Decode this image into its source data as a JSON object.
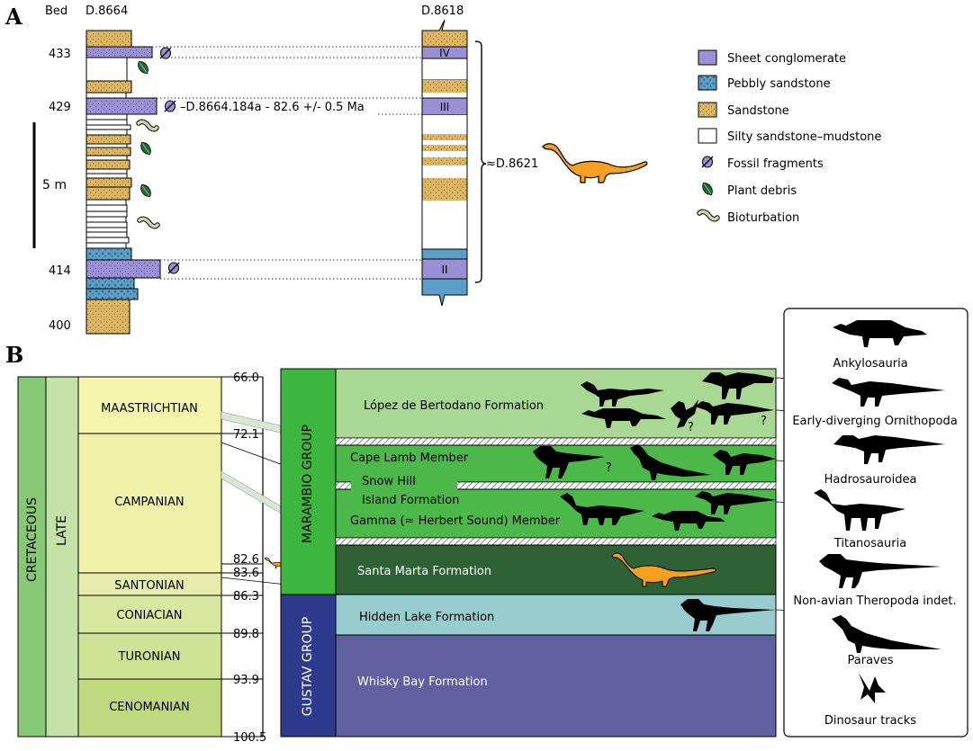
{
  "panel_a": {
    "label": "A",
    "bed_header": "Bed",
    "col1_title": "D.8664",
    "col2_title": "D.8618",
    "bed_numbers": [
      "433",
      "429",
      "414",
      "400"
    ],
    "scale_label": "5 m",
    "age_annotation": "–D.8664.184a - 82.6 +/- 0.5 Ma",
    "units": [
      "IV",
      "III",
      "II"
    ],
    "bracket_label": "≈D.8621"
  },
  "legend": [
    {
      "label": "Sheet conglomerate",
      "color": "#9b8fd6"
    },
    {
      "label": "Pebbly sandstone",
      "color": "#5b9fc9"
    },
    {
      "label": "Sandstone",
      "color": "#dcb462"
    },
    {
      "label": "Silty sandstone–mudstone",
      "color": "#ffffff"
    },
    {
      "label": "Fossil fragments",
      "icon": "fossil-fragment-icon"
    },
    {
      "label": "Plant debris",
      "icon": "leaf-icon"
    },
    {
      "label": "Bioturbation",
      "icon": "burrow-icon"
    }
  ],
  "panel_b": {
    "label": "B",
    "system": "CRETACEOUS",
    "series": "LATE",
    "stages": [
      "MAASTRICHTIAN",
      "CAMPANIAN",
      "SANTONIAN",
      "CONIACIAN",
      "TURONIAN",
      "CENOMANIAN"
    ],
    "ages": [
      "66.0",
      "72.1",
      "82.6",
      "83.6",
      "86.3",
      "89.8",
      "93.9",
      "100.5"
    ],
    "groups": [
      "MARAMBIO GROUP",
      "GUSTAV GROUP"
    ],
    "formations": [
      "López de Bertodano Formation",
      "Cape Lamb Member",
      "Snow Hill",
      "Island Formation",
      "Gamma (≈ Herbert Sound) Member",
      "Santa Marta Formation",
      "Hidden Lake Formation",
      "Whisky Bay Formation"
    ],
    "question_mark": "?",
    "clades": [
      "Ankylosauria",
      "Early-diverging Ornithopoda",
      "Hadrosauroidea",
      "Titanosauria",
      "Non-avian Theropoda indet.",
      "Paraves",
      "Dinosaur tracks"
    ]
  },
  "colors": {
    "sandstone": "#dcb462",
    "conglomerate": "#9b8fd6",
    "pebbly": "#5b9fc9",
    "cretaceous": "#86c874",
    "late": "#c5e3a8",
    "maastrichtian": "#f5f5b0",
    "campanian": "#f0f0a8",
    "santonian": "#e6edac",
    "coniacian": "#d8e7a0",
    "turonian": "#cfe396",
    "cenomanian": "#bfd97e",
    "marambio": "#3db63d",
    "gustav": "#2d3a8e",
    "lopez": "#a8d893",
    "snowhill": "#4db84a",
    "santa_marta": "#2e6235",
    "hidden_lake": "#99ccce",
    "whisky_bay": "#6060a0",
    "titanosaur": "#f5a020"
  }
}
